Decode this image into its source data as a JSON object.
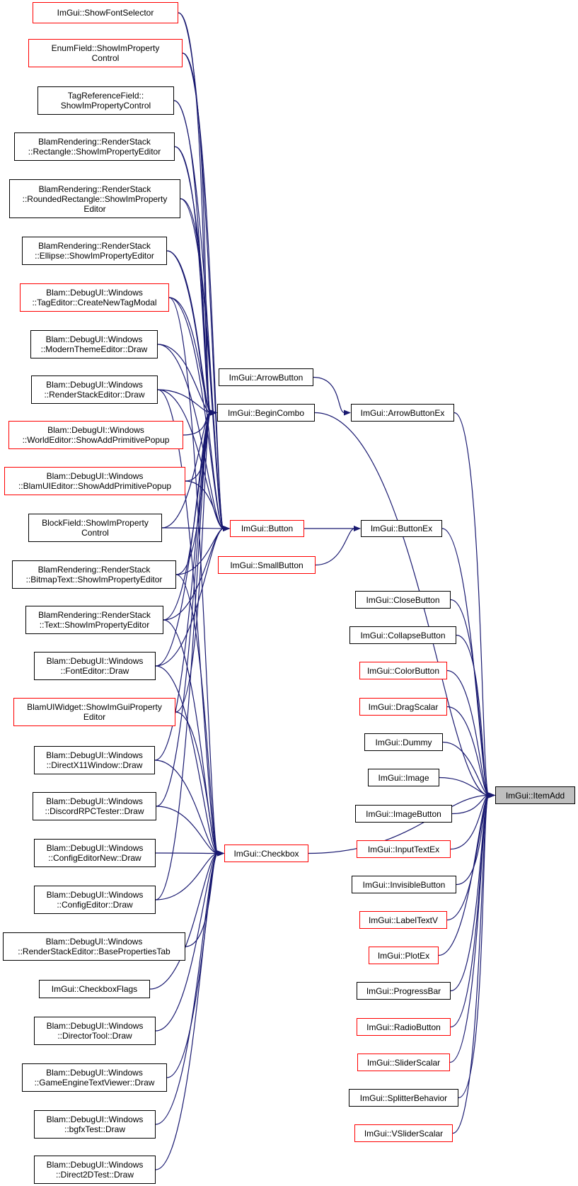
{
  "graph": {
    "title": "",
    "edge_color": "#191970",
    "nodes": {
      "n1": {
        "lines": [
          "ImGui::ShowFontSelector"
        ],
        "border": "red"
      },
      "n2": {
        "lines": [
          "EnumField::ShowImProperty",
          "Control"
        ],
        "border": "red"
      },
      "n3": {
        "lines": [
          "TagReferenceField::",
          "ShowImPropertyControl"
        ],
        "border": "black"
      },
      "n4": {
        "lines": [
          "BlamRendering::RenderStack",
          "::Rectangle::ShowImPropertyEditor"
        ],
        "border": "black"
      },
      "n5": {
        "lines": [
          "BlamRendering::RenderStack",
          "::RoundedRectangle::ShowImProperty",
          "Editor"
        ],
        "border": "black"
      },
      "n6": {
        "lines": [
          "BlamRendering::RenderStack",
          "::Ellipse::ShowImPropertyEditor"
        ],
        "border": "black"
      },
      "n7": {
        "lines": [
          "Blam::DebugUI::Windows",
          "::TagEditor::CreateNewTagModal"
        ],
        "border": "red"
      },
      "n8": {
        "lines": [
          "Blam::DebugUI::Windows",
          "::ModernThemeEditor::Draw"
        ],
        "border": "black"
      },
      "n9": {
        "lines": [
          "Blam::DebugUI::Windows",
          "::RenderStackEditor::Draw"
        ],
        "border": "black"
      },
      "n10": {
        "lines": [
          "Blam::DebugUI::Windows",
          "::WorldEditor::ShowAddPrimitivePopup"
        ],
        "border": "red"
      },
      "n11": {
        "lines": [
          "Blam::DebugUI::Windows",
          "::BlamUIEditor::ShowAddPrimitivePopup"
        ],
        "border": "red"
      },
      "n12": {
        "lines": [
          "BlockField::ShowImProperty",
          "Control"
        ],
        "border": "black"
      },
      "n13": {
        "lines": [
          "BlamRendering::RenderStack",
          "::BitmapText::ShowImPropertyEditor"
        ],
        "border": "black"
      },
      "n14": {
        "lines": [
          "BlamRendering::RenderStack",
          "::Text::ShowImPropertyEditor"
        ],
        "border": "black"
      },
      "n15": {
        "lines": [
          "Blam::DebugUI::Windows",
          "::FontEditor::Draw"
        ],
        "border": "black"
      },
      "n16": {
        "lines": [
          "BlamUIWidget::ShowImGuiProperty",
          "Editor"
        ],
        "border": "red"
      },
      "n17": {
        "lines": [
          "Blam::DebugUI::Windows",
          "::DirectX11Window::Draw"
        ],
        "border": "black"
      },
      "n18": {
        "lines": [
          "Blam::DebugUI::Windows",
          "::DiscordRPCTester::Draw"
        ],
        "border": "black"
      },
      "n19": {
        "lines": [
          "Blam::DebugUI::Windows",
          "::ConfigEditorNew::Draw"
        ],
        "border": "black"
      },
      "n20": {
        "lines": [
          "Blam::DebugUI::Windows",
          "::ConfigEditor::Draw"
        ],
        "border": "black"
      },
      "n21": {
        "lines": [
          "Blam::DebugUI::Windows",
          "::RenderStackEditor::BasePropertiesTab"
        ],
        "border": "black"
      },
      "n22": {
        "lines": [
          "ImGui::CheckboxFlags"
        ],
        "border": "black"
      },
      "n23": {
        "lines": [
          "Blam::DebugUI::Windows",
          "::DirectorTool::Draw"
        ],
        "border": "black"
      },
      "n24": {
        "lines": [
          "Blam::DebugUI::Windows",
          "::GameEngineTextViewer::Draw"
        ],
        "border": "black"
      },
      "n25": {
        "lines": [
          "Blam::DebugUI::Windows",
          "::bgfxTest::Draw"
        ],
        "border": "black"
      },
      "n26": {
        "lines": [
          "Blam::DebugUI::Windows",
          "::Direct2DTest::Draw"
        ],
        "border": "black"
      },
      "m1": {
        "lines": [
          "ImGui::ArrowButton"
        ],
        "border": "black"
      },
      "m2": {
        "lines": [
          "ImGui::BeginCombo"
        ],
        "border": "black"
      },
      "m3": {
        "lines": [
          "ImGui::Button"
        ],
        "border": "red"
      },
      "m4": {
        "lines": [
          "ImGui::SmallButton"
        ],
        "border": "red"
      },
      "m5": {
        "lines": [
          "ImGui::Checkbox"
        ],
        "border": "red"
      },
      "k1": {
        "lines": [
          "ImGui::ArrowButtonEx"
        ],
        "border": "black"
      },
      "k2": {
        "lines": [
          "ImGui::ButtonEx"
        ],
        "border": "black"
      },
      "r1": {
        "lines": [
          "ImGui::CloseButton"
        ],
        "border": "black"
      },
      "r2": {
        "lines": [
          "ImGui::CollapseButton"
        ],
        "border": "black"
      },
      "r3": {
        "lines": [
          "ImGui::ColorButton"
        ],
        "border": "red"
      },
      "r4": {
        "lines": [
          "ImGui::DragScalar"
        ],
        "border": "red"
      },
      "r5": {
        "lines": [
          "ImGui::Dummy"
        ],
        "border": "black"
      },
      "r6": {
        "lines": [
          "ImGui::Image"
        ],
        "border": "black"
      },
      "r7": {
        "lines": [
          "ImGui::ImageButton"
        ],
        "border": "black"
      },
      "r8": {
        "lines": [
          "ImGui::InputTextEx"
        ],
        "border": "red"
      },
      "r9": {
        "lines": [
          "ImGui::InvisibleButton"
        ],
        "border": "black"
      },
      "r10": {
        "lines": [
          "ImGui::LabelTextV"
        ],
        "border": "red"
      },
      "r11": {
        "lines": [
          "ImGui::PlotEx"
        ],
        "border": "red"
      },
      "r12": {
        "lines": [
          "ImGui::ProgressBar"
        ],
        "border": "black"
      },
      "r13": {
        "lines": [
          "ImGui::RadioButton"
        ],
        "border": "red"
      },
      "r14": {
        "lines": [
          "ImGui::SliderScalar"
        ],
        "border": "red"
      },
      "r15": {
        "lines": [
          "ImGui::SplitterBehavior"
        ],
        "border": "black"
      },
      "r16": {
        "lines": [
          "ImGui::VSliderScalar"
        ],
        "border": "red"
      },
      "t": {
        "lines": [
          "ImGui::ItemAdd"
        ],
        "border": "black",
        "fill": "#bfbfbf"
      }
    },
    "edges": [
      [
        "n1",
        "m2"
      ],
      [
        "n2",
        "m2"
      ],
      [
        "n3",
        "m2"
      ],
      [
        "n4",
        "m2"
      ],
      [
        "n5",
        "m2"
      ],
      [
        "n6",
        "m2"
      ],
      [
        "n7",
        "m2"
      ],
      [
        "n8",
        "m2"
      ],
      [
        "n9",
        "m2"
      ],
      [
        "n10",
        "m2"
      ],
      [
        "n11",
        "m2"
      ],
      [
        "n12",
        "m2"
      ],
      [
        "n13",
        "m2"
      ],
      [
        "n14",
        "m2"
      ],
      [
        "n15",
        "m2"
      ],
      [
        "n16",
        "m2"
      ],
      [
        "n17",
        "m2"
      ],
      [
        "n18",
        "m2"
      ],
      [
        "n20",
        "m2"
      ],
      [
        "n1",
        "m3"
      ],
      [
        "n2",
        "m3"
      ],
      [
        "n3",
        "m3"
      ],
      [
        "n4",
        "m3"
      ],
      [
        "n5",
        "m3"
      ],
      [
        "n6",
        "m3"
      ],
      [
        "n7",
        "m3"
      ],
      [
        "n8",
        "m3"
      ],
      [
        "n9",
        "m3"
      ],
      [
        "n11",
        "m3"
      ],
      [
        "n12",
        "m3"
      ],
      [
        "n13",
        "m3"
      ],
      [
        "n14",
        "m3"
      ],
      [
        "n15",
        "m3"
      ],
      [
        "n7",
        "m5"
      ],
      [
        "n9",
        "m5"
      ],
      [
        "n13",
        "m5"
      ],
      [
        "n14",
        "m5"
      ],
      [
        "n15",
        "m5"
      ],
      [
        "n16",
        "m5"
      ],
      [
        "n17",
        "m5"
      ],
      [
        "n18",
        "m5"
      ],
      [
        "n19",
        "m5"
      ],
      [
        "n20",
        "m5"
      ],
      [
        "n21",
        "m5"
      ],
      [
        "n22",
        "m5"
      ],
      [
        "n23",
        "m5"
      ],
      [
        "n24",
        "m5"
      ],
      [
        "n25",
        "m5"
      ],
      [
        "n26",
        "m5"
      ],
      [
        "m1",
        "k1"
      ],
      [
        "m3",
        "k2"
      ],
      [
        "m4",
        "k2"
      ],
      [
        "k1",
        "t"
      ],
      [
        "k2",
        "t"
      ],
      [
        "m2",
        "t"
      ],
      [
        "m5",
        "t"
      ],
      [
        "r1",
        "t"
      ],
      [
        "r2",
        "t"
      ],
      [
        "r3",
        "t"
      ],
      [
        "r4",
        "t"
      ],
      [
        "r5",
        "t"
      ],
      [
        "r6",
        "t"
      ],
      [
        "r7",
        "t"
      ],
      [
        "r8",
        "t"
      ],
      [
        "r9",
        "t"
      ],
      [
        "r10",
        "t"
      ],
      [
        "r11",
        "t"
      ],
      [
        "r12",
        "t"
      ],
      [
        "r13",
        "t"
      ],
      [
        "r14",
        "t"
      ],
      [
        "r15",
        "t"
      ],
      [
        "r16",
        "t"
      ]
    ]
  }
}
